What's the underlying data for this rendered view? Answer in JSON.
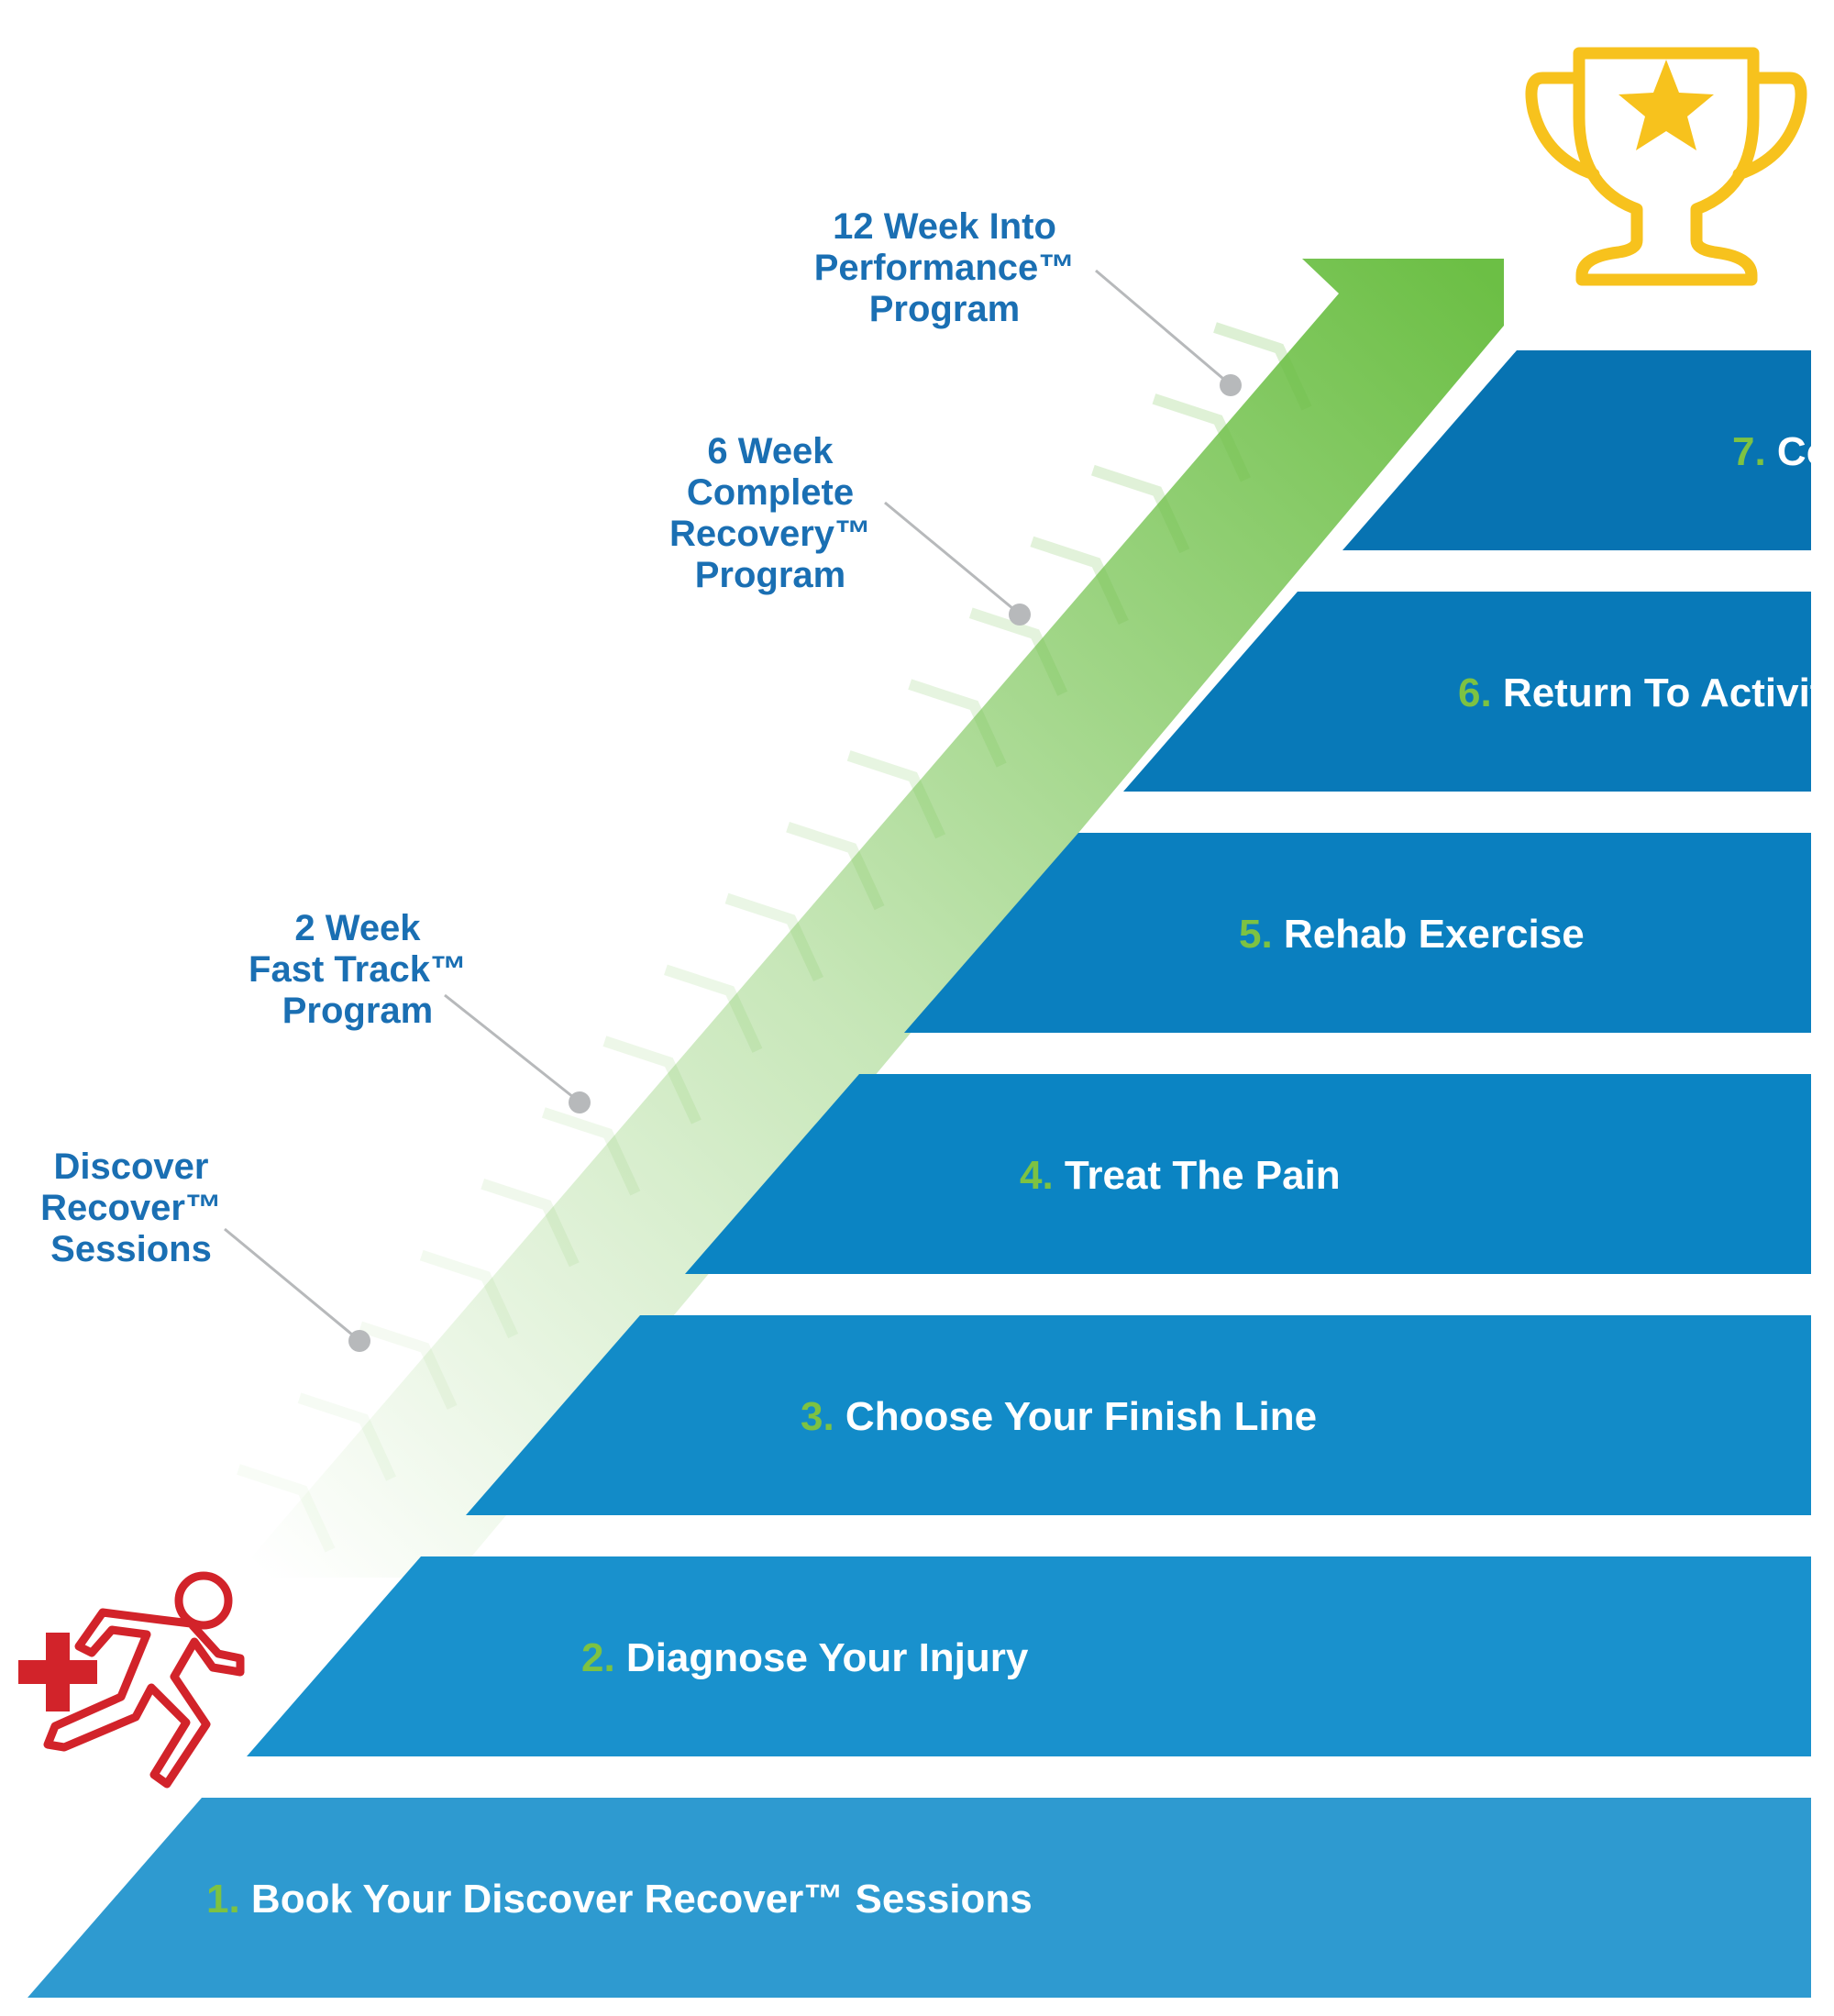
{
  "steps": [
    {
      "number": "1.",
      "label": "Book Your Discover Recover™ Sessions",
      "color": "#2e9ad0"
    },
    {
      "number": "2.",
      "label": "Diagnose Your Injury",
      "color": "#1991cd"
    },
    {
      "number": "3.",
      "label": "Choose Your Finish Line",
      "color": "#128bc8"
    },
    {
      "number": "4.",
      "label": "Treat The Pain",
      "color": "#0b84c3"
    },
    {
      "number": "5.",
      "label": "Rehab Exercise",
      "color": "#0a7fbf"
    },
    {
      "number": "6.",
      "label": "Return To Activity",
      "color": "#0879b8"
    },
    {
      "number": "7.",
      "label": "Compete!",
      "color": "#0773b2"
    }
  ],
  "callouts": [
    {
      "lines": [
        "Discover",
        "Recover™",
        "Sessions"
      ]
    },
    {
      "lines": [
        "2 Week",
        "Fast Track™",
        "Program"
      ]
    },
    {
      "lines": [
        "6 Week",
        "Complete",
        "Recovery™",
        "Program"
      ]
    },
    {
      "lines": [
        "12 Week Into",
        "Performance™",
        "Program"
      ]
    }
  ],
  "icons": {
    "start": "first-aid-runner-icon",
    "finish": "trophy-star-icon"
  },
  "colors": {
    "number_accent": "#7dc242",
    "callout_text": "#1a6fb3",
    "arrow_green": "#6cbf45",
    "runner_red": "#d2232a",
    "trophy_gold": "#f7c21d"
  }
}
